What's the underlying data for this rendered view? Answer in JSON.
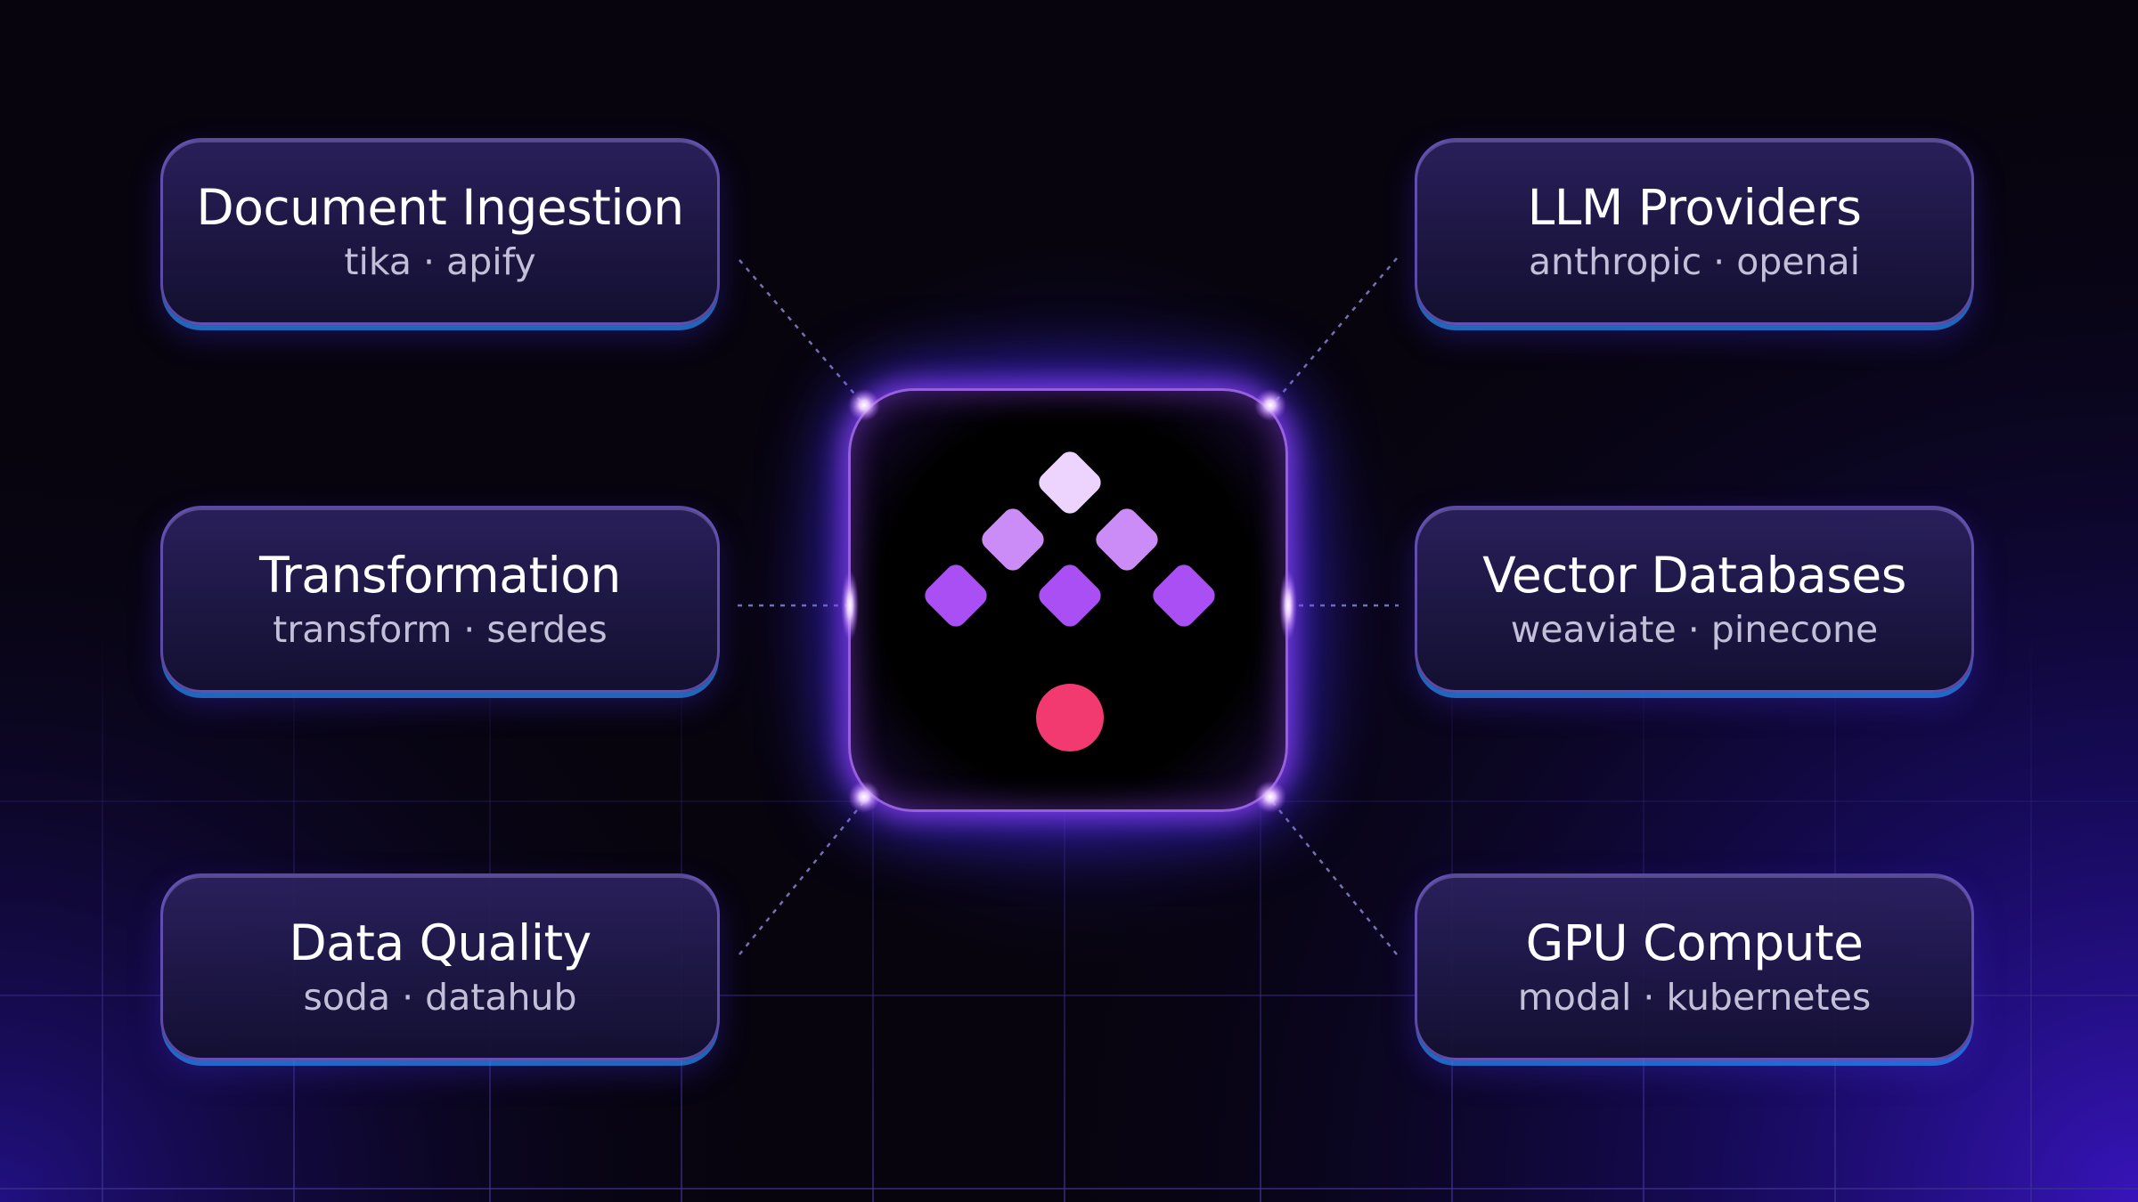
{
  "center_node": {
    "logo_icon": "kestra-logo-icon",
    "accent_colors": {
      "tile_light": "#ecd4ff",
      "tile_mid": "#cc8cf7",
      "tile_dark": "#a94ff4",
      "dot": "#f23a70"
    }
  },
  "integrations": [
    {
      "title": "Document Ingestion",
      "subtitle": "tika · apify"
    },
    {
      "title": "Transformation",
      "subtitle": "transform · serdes"
    },
    {
      "title": "Data Quality",
      "subtitle": "soda · datahub"
    },
    {
      "title": "LLM Providers",
      "subtitle": "anthropic · openai"
    },
    {
      "title": "Vector Databases",
      "subtitle": "weaviate · pinecone"
    },
    {
      "title": "GPU Compute",
      "subtitle": "modal · kubernetes"
    }
  ],
  "colors": {
    "background": "#07040e",
    "connector": "#8f8fd8",
    "grid": "#3a2f8c",
    "glow": "#4b32ff"
  }
}
